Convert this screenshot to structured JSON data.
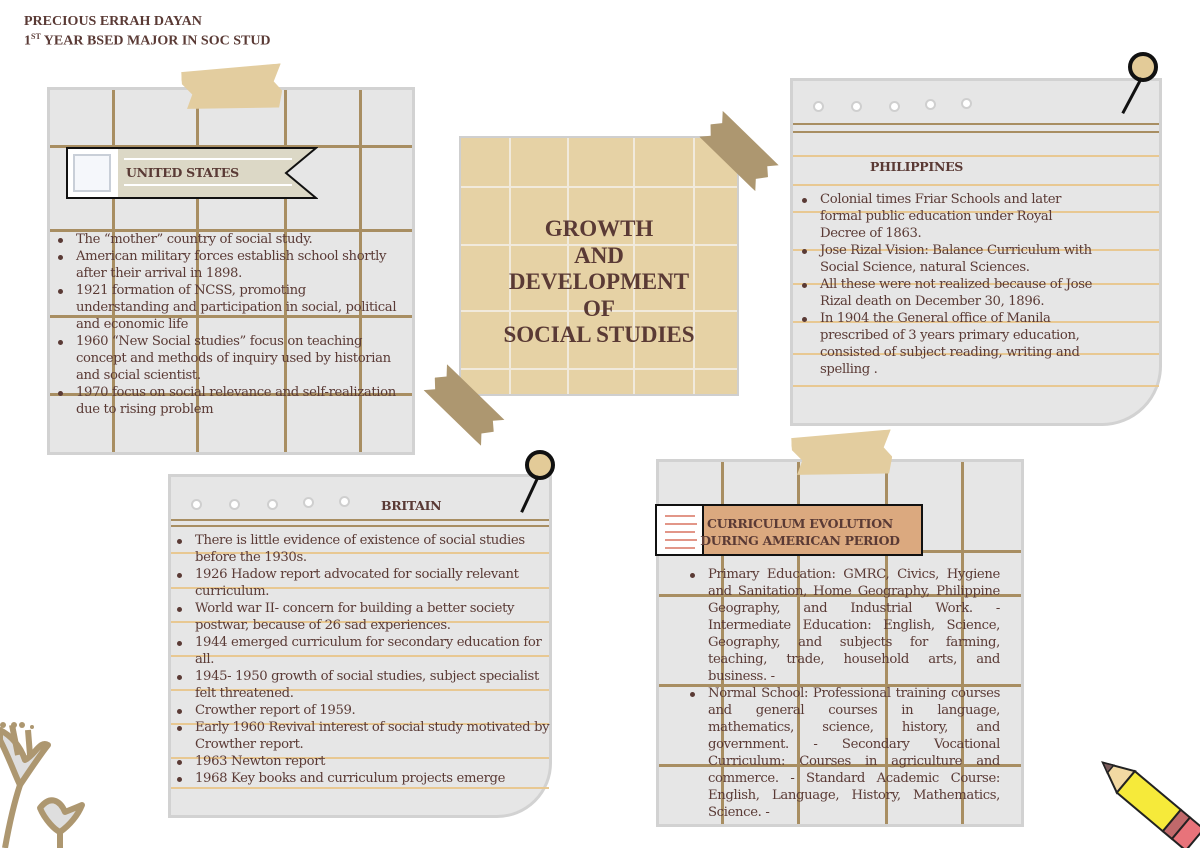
{
  "author": {
    "name": "PRECIOUS ERRAH DAYAN",
    "year_number": "1",
    "year_suffix": "ST",
    "program": "YEAR BSED MAJOR IN SOC STUD"
  },
  "center": {
    "title_lines": [
      "GROWTH",
      "AND",
      "DEVELOPMENT",
      "OF",
      "SOCIAL STUDIES"
    ]
  },
  "united_states": {
    "heading": "UNITED STATES",
    "items": [
      "The “mother” country of social study.",
      "American military forces establish school shortly after their arrival in 1898.",
      "1921 formation of NCSS, promoting understanding and participation in social, political and economic life",
      "1960 “New Social studies” focus on teaching concept and methods of inquiry used by historian and social scientist.",
      "1970 focus on social relevance and self-realization due to rising problem"
    ]
  },
  "philippines": {
    "heading": "PHILIPPINES",
    "items": [
      "Colonial times Friar Schools and later formal public education under Royal Decree of 1863.",
      "Jose Rizal Vision: Balance Curriculum with Social Science, natural Sciences.",
      "All these were not realized because of Jose Rizal death on December 30, 1896.",
      "In 1904  the General office of Manila prescribed of 3 years primary  education, consisted of subject reading, writing and spelling ."
    ]
  },
  "britain": {
    "heading": "BRITAIN",
    "items": [
      "There is little evidence of existence of social studies before the 1930s.",
      "1926 Hadow report advocated for socially relevant curriculum.",
      "World war II- concern for building a better society postwar, because of 26 sad experiences.",
      "1944 emerged curriculum for secondary education for all.",
      "1945- 1950 growth of social studies, subject specialist felt threatened.",
      " Crowther report of 1959.",
      "Early 1960 Revival interest of social study motivated by Crowther report.",
      "1963 Newton report",
      "1968 Key books and curriculum projects emerge"
    ]
  },
  "american_period": {
    "heading_line1": "CURRICULUM EVOLUTION",
    "heading_line2": "DURING AMERICAN PERIOD",
    "items": [
      "Primary Education: GMRC, Civics, Hygiene and Sanitation, Home Geography, Philippine Geography, and Industrial Work. - Intermediate Education: English, Science, Geography, and subjects for farming, teaching, trade, household arts, and business. -",
      "Normal School: Professional training courses and general courses in language, mathematics, science, history, and government. - Secondary Vocational Curriculum: Courses in agriculture and commerce. - Standard Academic Course: English, Language, History, Mathematics, Science. -"
    ]
  },
  "colors": {
    "text": "#5a3a35",
    "paper": "#e6e6e6",
    "grid_line": "#a88e62",
    "tape_light": "#e3cd9f",
    "tape_dark": "#ad9770",
    "center_card": "#e6d2a5",
    "banner_orange": "#dba97f"
  }
}
